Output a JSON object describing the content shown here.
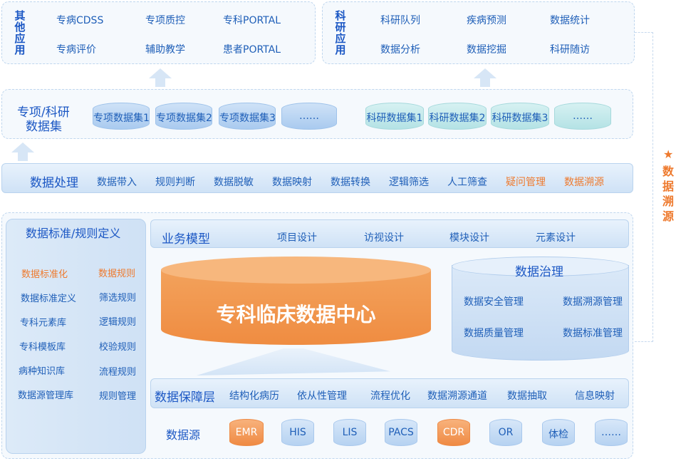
{
  "other_apps": {
    "title": "其他应用",
    "items": [
      "专病CDSS",
      "专项质控",
      "专科PORTAL",
      "专病评价",
      "辅助教学",
      "患者PORTAL"
    ]
  },
  "research_apps": {
    "title": "科研应用",
    "items": [
      "科研队列",
      "疾病预测",
      "数据统计",
      "数据分析",
      "数据挖掘",
      "科研随访"
    ]
  },
  "datasets": {
    "title_line1": "专项/科研",
    "title_line2": "数据集",
    "special": [
      "专项数据集1",
      "专项数据集2",
      "专项数据集3",
      "……"
    ],
    "research": [
      "科研数据集1",
      "科研数据集2",
      "科研数据集3",
      "……"
    ]
  },
  "processing": {
    "title": "数据处理",
    "items": [
      "数据带入",
      "规则判断",
      "数据脱敏",
      "数据映射",
      "数据转换",
      "逻辑筛选",
      "人工筛查"
    ],
    "highlight_items": [
      "疑问管理",
      "数据溯源"
    ]
  },
  "trace_side": {
    "star": "★",
    "title": "数据溯源"
  },
  "standards": {
    "title": "数据标准/规则定义",
    "left_highlight": "数据标准化",
    "left": [
      "数据标准定义",
      "专科元素库",
      "专科模板库",
      "病种知识库",
      "数据源管理库"
    ],
    "right_highlight": "数据规则",
    "right": [
      "筛选规则",
      "逻辑规则",
      "校验规则",
      "流程规则",
      "规则管理"
    ]
  },
  "business_model": {
    "title": "业务模型",
    "items": [
      "项目设计",
      "访视设计",
      "模块设计",
      "元素设计"
    ]
  },
  "center": {
    "title": "专科临床数据中心"
  },
  "governance": {
    "title": "数据治理",
    "items": [
      "数据安全管理",
      "数据溯源管理",
      "数据质量管理",
      "数据标准管理"
    ]
  },
  "guarantee": {
    "title": "数据保障层",
    "items": [
      "结构化病历",
      "依从性管理",
      "流程优化",
      "数据溯源通道",
      "数据抽取",
      "信息映射"
    ]
  },
  "sources": {
    "title": "数据源",
    "items": [
      "EMR",
      "HIS",
      "LIS",
      "PACS",
      "CDR",
      "OR",
      "体检",
      "……"
    ],
    "highlighted": [
      "EMR",
      "CDR"
    ]
  },
  "colors": {
    "primary": "#1b57c4",
    "accent": "#ee7a2e",
    "center": "#f39a4f"
  }
}
